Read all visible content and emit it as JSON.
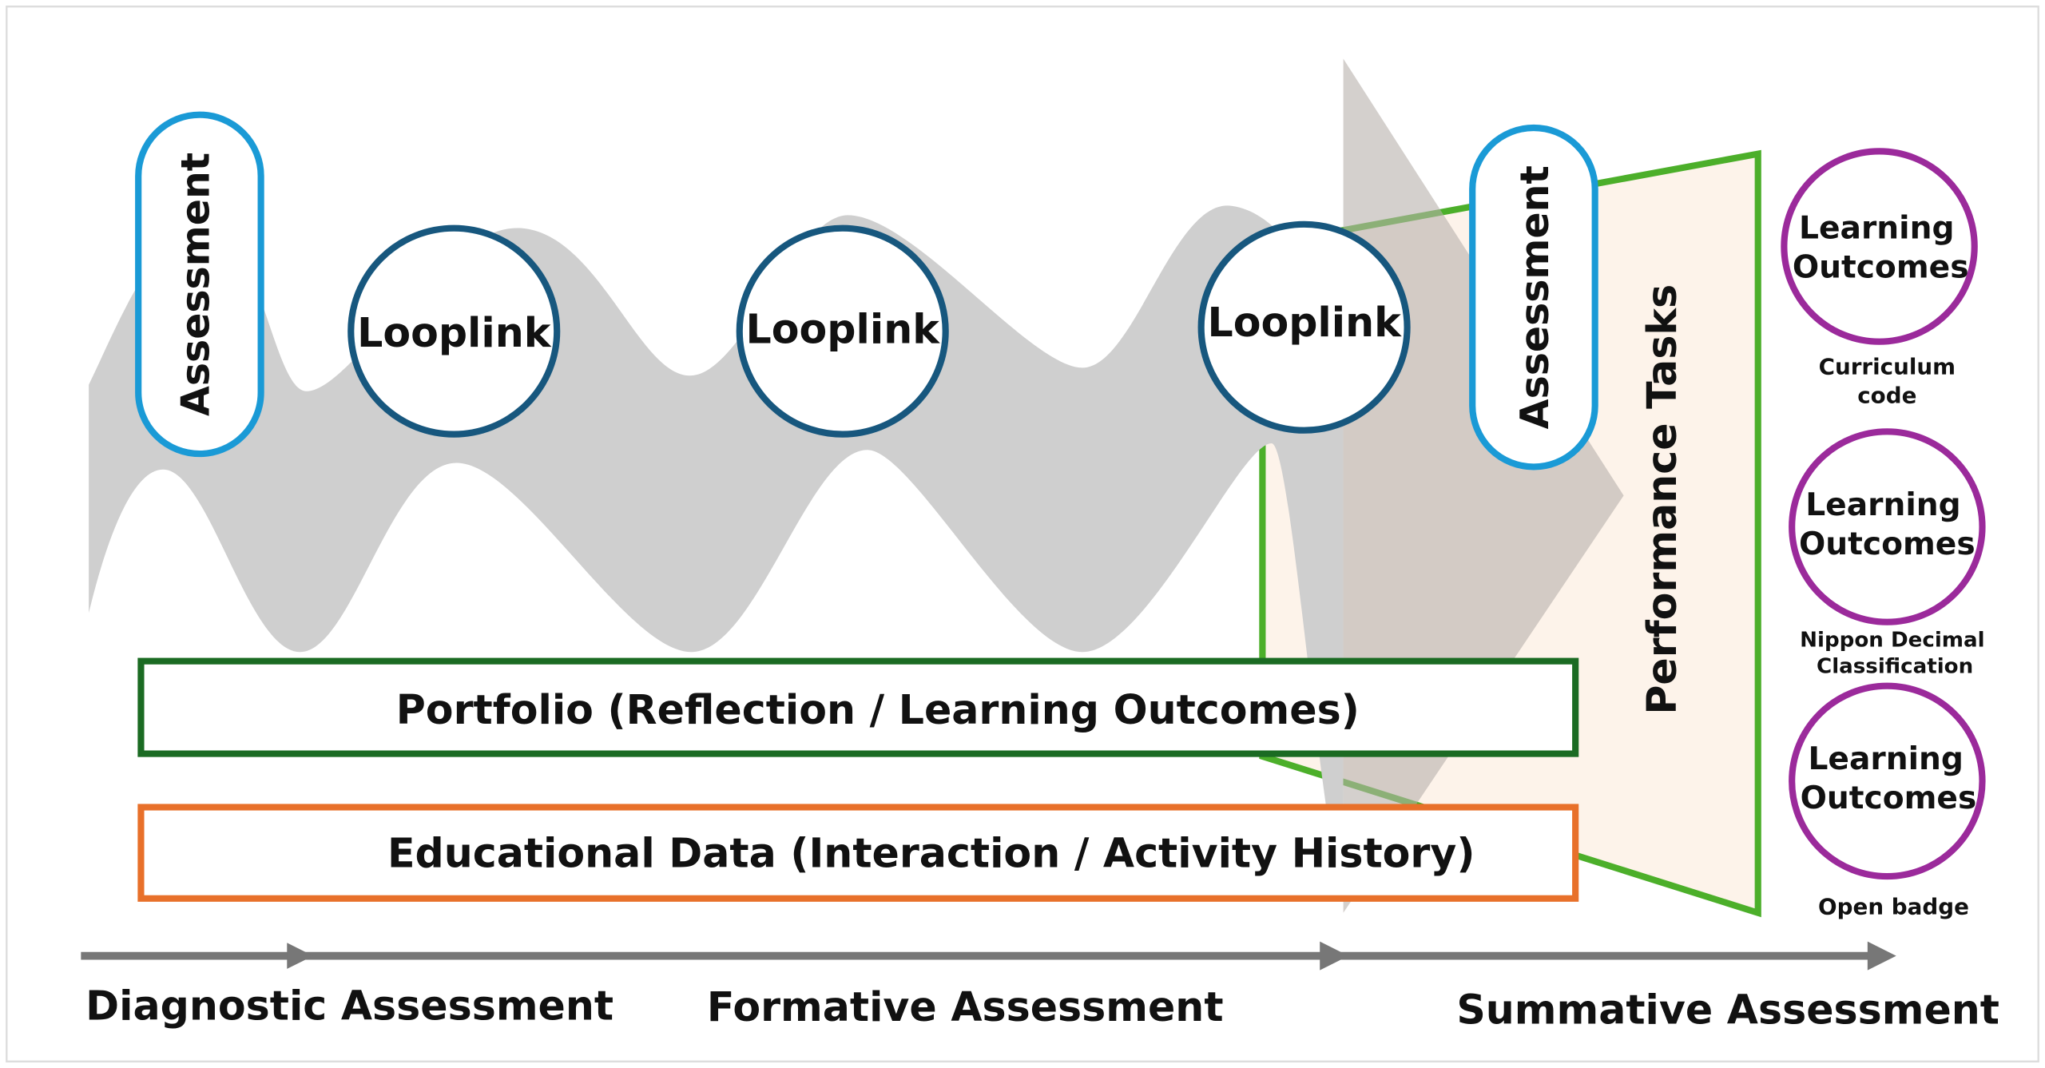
{
  "assessment_pills": [
    "Assessment",
    "Assessment"
  ],
  "looplinks": [
    "Looplink",
    "Looplink",
    "Looplink"
  ],
  "portfolio_label": "Portfolio (Reflection / Learning Outcomes)",
  "educational_data_label": "Educational Data (Interaction / Activity History)",
  "performance_tasks_label": "Performance Tasks",
  "learning_outcomes": [
    {
      "line1": "Learning",
      "line2": "Outcomes",
      "caption1": "Curriculum",
      "caption2": "code"
    },
    {
      "line1": "Learning",
      "line2": "Outcomes",
      "caption1": "Nippon Decimal",
      "caption2": "Classification"
    },
    {
      "line1": "Learning",
      "line2": "Outcomes",
      "caption1": "Open badge",
      "caption2": ""
    }
  ],
  "phases": [
    "Diagnostic Assessment",
    "Formative Assessment",
    "Summative Assessment"
  ],
  "colors": {
    "assessment": "#1a9ad6",
    "looplink": "#17577e",
    "portfolio": "#1b6b23",
    "educational_data": "#e8702a",
    "performance": "#4caf2a",
    "outcome": "#9b2a9b",
    "band": "#cfcfcf"
  }
}
